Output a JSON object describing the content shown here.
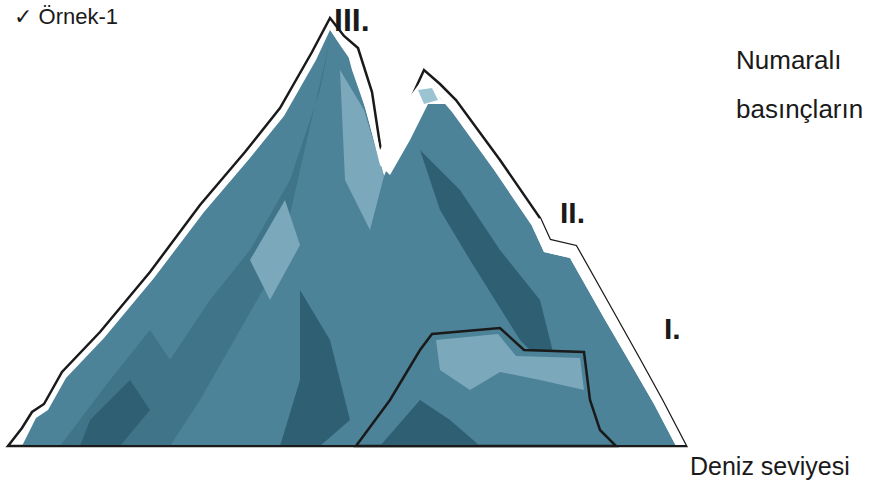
{
  "diagram": {
    "labels": [
      "✓ Örnek-1",
      "III.",
      "II.",
      "I.",
      "Numaralı basınçların",
      "Deniz seviyesi"
    ]
  }
}
